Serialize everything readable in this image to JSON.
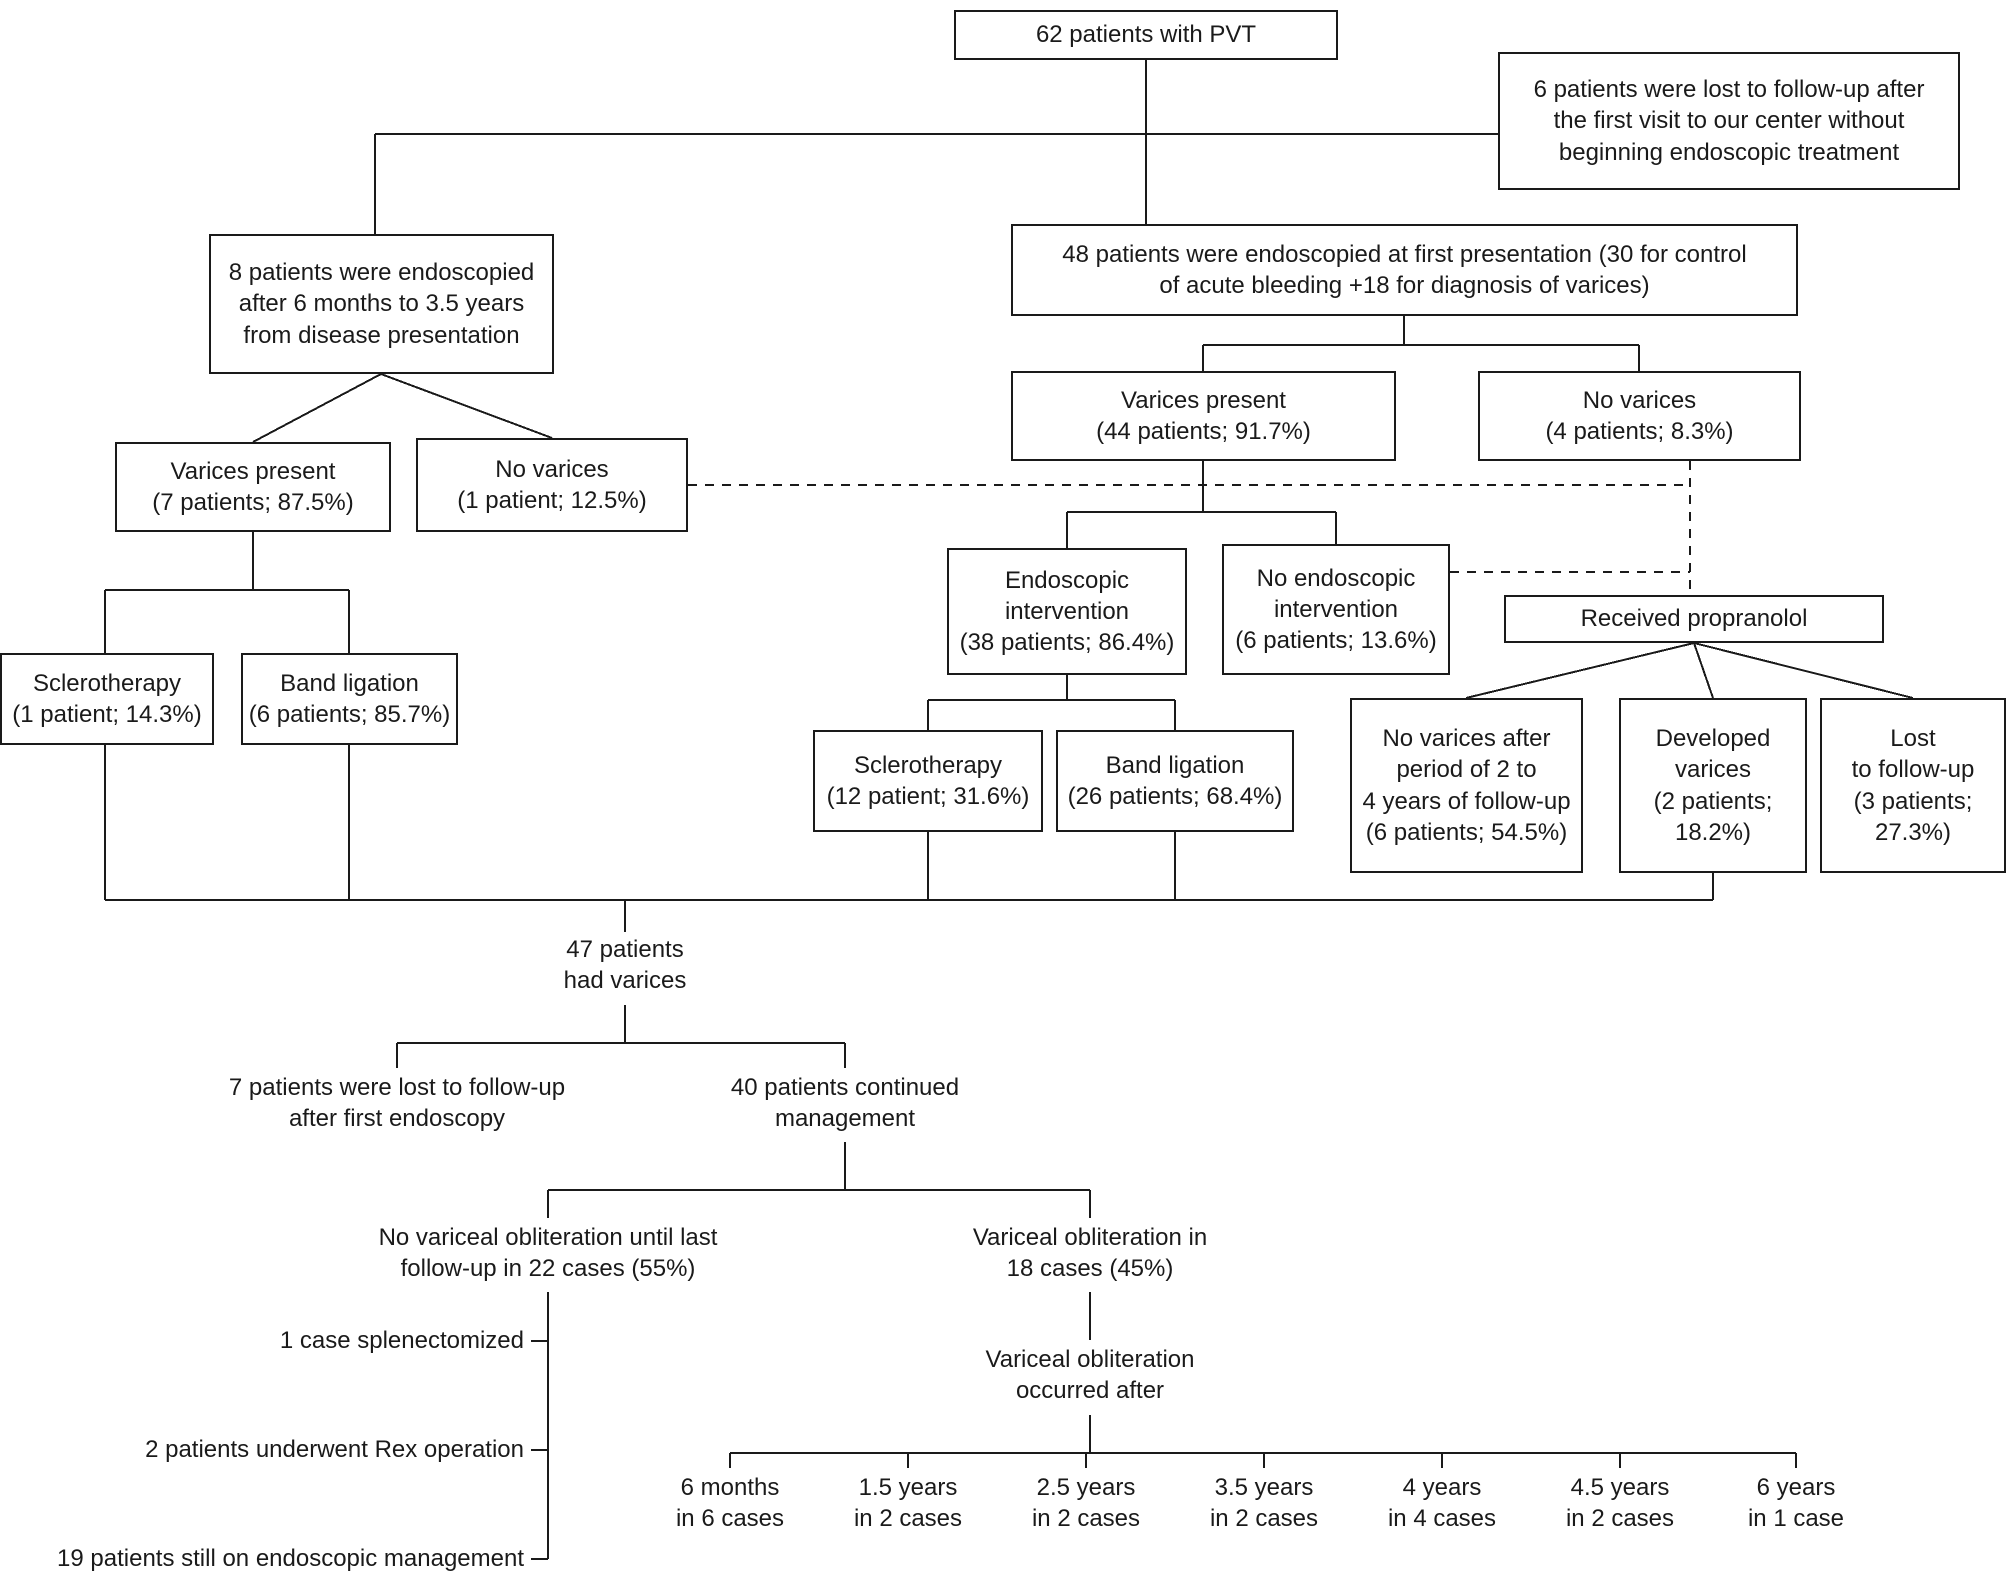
{
  "figure": {
    "type": "patient-flow-diagram",
    "colors": {
      "line": "#1a1a1a",
      "text": "#1a1a1a",
      "background": "#ffffff"
    }
  },
  "nodes": {
    "pvt": "62 patients with PVT",
    "lost_followup_6": "6 patients were lost to follow-up after\nthe first visit to our center without\nbeginning endoscopic treatment",
    "endoscopied_8": "8 patients were endoscopied\nafter 6 months to 3.5 years\nfrom disease presentation",
    "endoscopied_48": "48 patients were endoscopied at first presentation (30 for control\nof acute bleeding +18 for diagnosis of varices)",
    "varices_present_7": "Varices present\n(7 patients; 87.5%)",
    "no_varices_1": "No varices\n(1 patient; 12.5%)",
    "varices_present_44": "Varices present\n(44 patients; 91.7%)",
    "no_varices_4": "No varices\n(4 patients; 8.3%)",
    "sclerotherapy_1": "Sclerotherapy\n(1 patient; 14.3%)",
    "band_ligation_6": "Band ligation\n(6 patients; 85.7%)",
    "endoscopic_intervention_38": "Endoscopic\nintervention\n(38 patients; 86.4%)",
    "no_endoscopic_intervention_6": "No endoscopic\nintervention\n(6 patients; 13.6%)",
    "received_propranolol": "Received propranolol",
    "sclerotherapy_12": "Sclerotherapy\n(12 patient; 31.6%)",
    "band_ligation_26": "Band ligation\n(26 patients; 68.4%)",
    "no_varices_after_followup": "No varices after\nperiod of 2 to\n4 years of follow-up\n(6 patients; 54.5%)",
    "developed_varices": "Developed\nvarices\n(2 patients;\n18.2%)",
    "lost_to_followup_3": "Lost\nto follow-up\n(3 patients;\n27.3%)"
  },
  "labels": {
    "varices_47": "47 patients\nhad varices",
    "lost_after_first_endoscopy_7": "7 patients were lost to follow-up\nafter first endoscopy",
    "continued_management_40": "40 patients continued\nmanagement",
    "no_obliteration_22": "No variceal obliteration until last\nfollow-up in 22 cases (55%)",
    "obliteration_18": "Variceal obliteration in\n18 cases (45%)",
    "splenectomized": "1 case splenectomized",
    "rex_operation": "2 patients underwent Rex operation",
    "endoscopic_management_19": "19 patients still on endoscopic management",
    "obliteration_occurred_after": "Variceal obliteration\noccurred after"
  },
  "timeline": [
    "6 months\nin 6 cases",
    "1.5 years\nin 2 cases",
    "2.5 years\nin 2 cases",
    "3.5 years\nin 2 cases",
    "4 years\nin 4 cases",
    "4.5 years\nin 2 cases",
    "6 years\nin 1 case"
  ]
}
